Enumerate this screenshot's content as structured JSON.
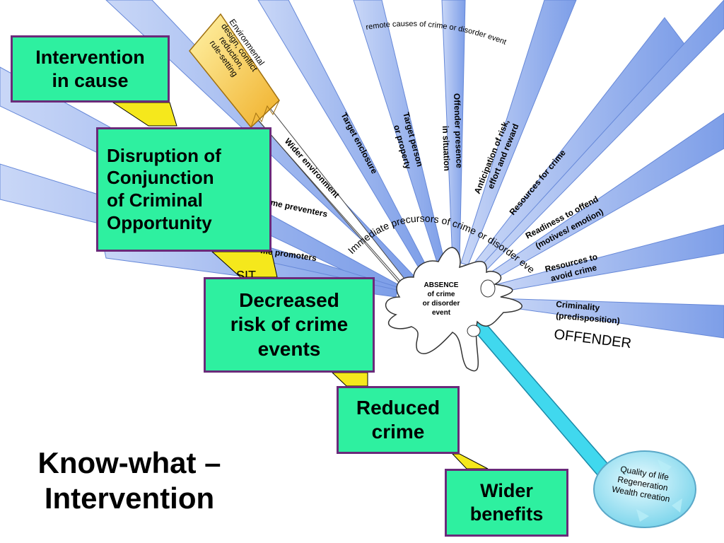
{
  "title": "Know-what –\nIntervention",
  "boxes": {
    "intervention": "Intervention\nin cause",
    "disruption": "Disruption of\nConjunction\nof Criminal\nOpportunity",
    "decreased": "Decreased\nrisk of crime\nevents",
    "reduced": "Reduced\ncrime",
    "wider": "Wider\nbenefits"
  },
  "hub": "ABSENCE\nof crime\nor disorder\nevent",
  "arcs": {
    "remote": "remote causes of crime or disorder event",
    "immediate": "Immediate precursors of crime or disorder event"
  },
  "rays": {
    "wider_environment": "Wider environment",
    "target_enclosure": "Target enclosure",
    "target_person_1": "Target person",
    "target_person_2": "or property",
    "offender_presence_1": "Offender presence",
    "offender_presence_2": "in situation",
    "anticipation_1": "Anticipation of risk,",
    "anticipation_2": "effort and reward",
    "resources_for_crime": "Resources for crime",
    "readiness_1": "Readiness to offend",
    "readiness_2": "(motives/ emotion)",
    "resources_avoid_1": "Resources to",
    "resources_avoid_2": "avoid crime",
    "criminality_1": "Criminality",
    "criminality_2": "(predisposition)",
    "preventers": "me preventers",
    "promoters": "me promoters"
  },
  "labels": {
    "offender": "OFFENDER",
    "sit": "SIT"
  },
  "envelope": "Environmental\ndesign, conflict\nreduction,\nrule-setting",
  "benefit_disc": "Quality of life\nRegeneration\nWealth creation",
  "colors": {
    "box_fill": "#2ef0a0",
    "box_border": "#6a2a7a",
    "ray": "#86a8ee",
    "ray_edge": "#5577cc",
    "arrow": "#f5e81c",
    "wand": "#40d8ee"
  }
}
